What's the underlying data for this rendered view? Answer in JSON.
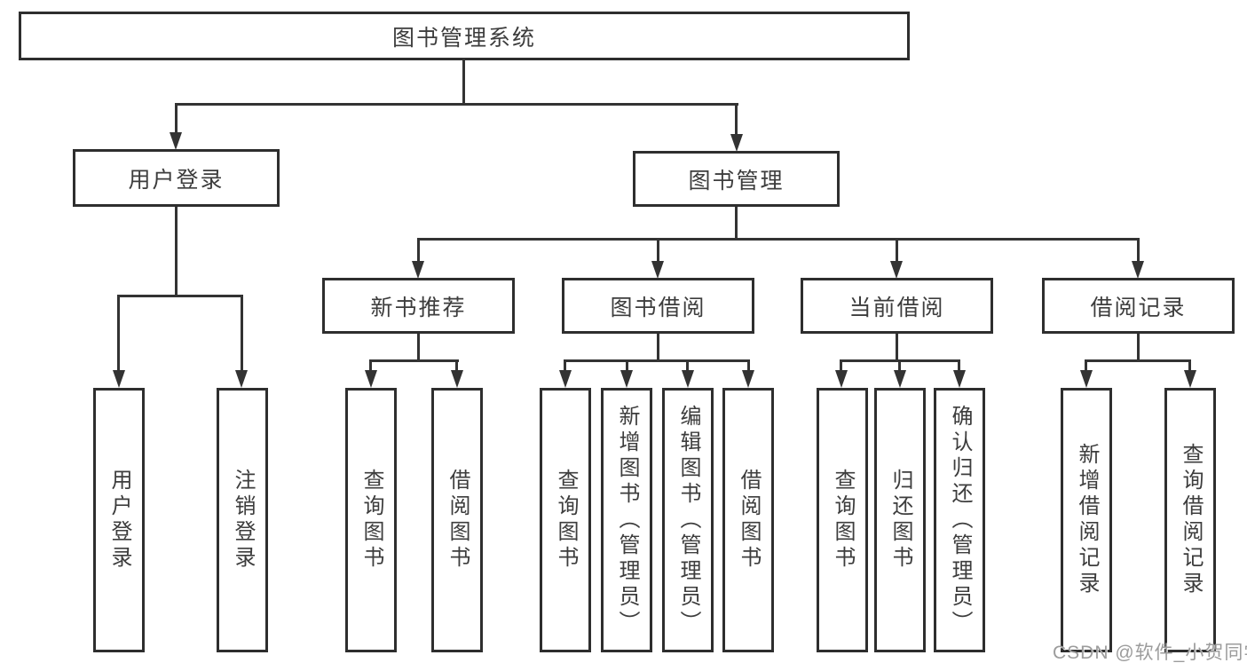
{
  "diagram": {
    "title": "图书管理系统",
    "branches": [
      {
        "label": "用户登录",
        "children": [
          {
            "label": "用户登录"
          },
          {
            "label": "注销登录"
          }
        ]
      },
      {
        "label": "图书管理",
        "children": [
          {
            "label": "新书推荐",
            "children": [
              {
                "label": "查询图书"
              },
              {
                "label": "借阅图书"
              }
            ]
          },
          {
            "label": "图书借阅",
            "children": [
              {
                "label": "查询图书"
              },
              {
                "label": "新增图书（管理员）"
              },
              {
                "label": "编辑图书（管理员）"
              },
              {
                "label": "借阅图书"
              }
            ]
          },
          {
            "label": "当前借阅",
            "children": [
              {
                "label": "查询图书"
              },
              {
                "label": "归还图书"
              },
              {
                "label": "确认归还（管理员）"
              }
            ]
          },
          {
            "label": "借阅记录",
            "children": [
              {
                "label": "新增借阅记录"
              },
              {
                "label": "查询借阅记录"
              }
            ]
          }
        ]
      }
    ]
  },
  "watermark": {
    "text": "CSDN @软件_小贺同学",
    "color": "#9c9c9c"
  },
  "colors": {
    "background": "#ffffff",
    "line": "#333333",
    "box_border": "#2e2e2e",
    "text": "#3d3d3d"
  }
}
